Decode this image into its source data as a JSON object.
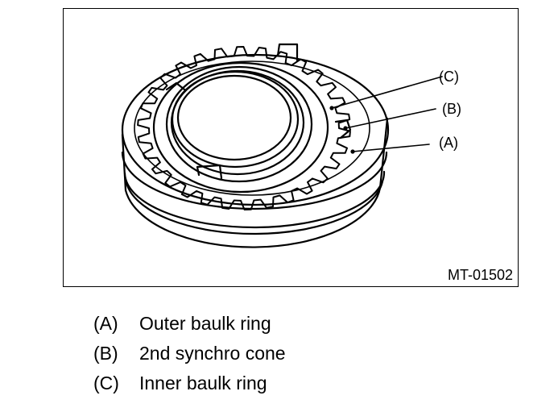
{
  "figure": {
    "code": "MT-01502",
    "callouts": [
      {
        "key": "c",
        "label": "(C)"
      },
      {
        "key": "b",
        "label": "(B)"
      },
      {
        "key": "a",
        "label": "(A)"
      }
    ]
  },
  "legend": [
    {
      "key": "(A)",
      "text": "Outer baulk ring"
    },
    {
      "key": "(B)",
      "text": "2nd synchro cone"
    },
    {
      "key": "(C)",
      "text": "Inner baulk ring"
    }
  ],
  "colors": {
    "line": "#000000",
    "background": "#ffffff"
  }
}
